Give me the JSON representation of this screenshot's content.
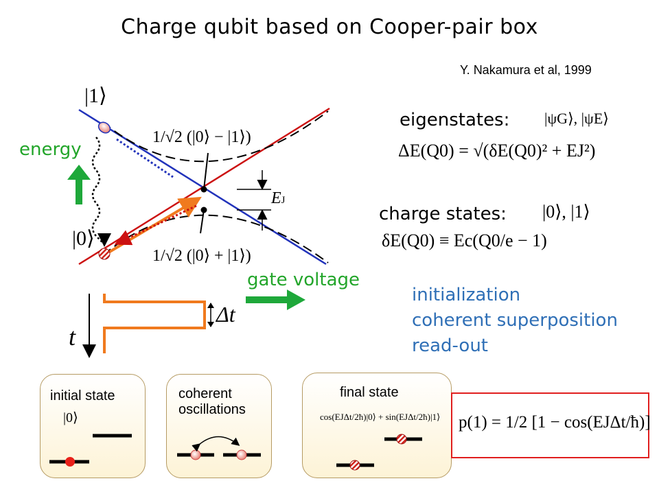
{
  "slide": {
    "title": "Charge qubit based on Cooper-pair box",
    "citation": "Y. Nakamura et al, 1999"
  },
  "diagram": {
    "state_one_label": "|1⟩",
    "state_zero_label": "|0⟩",
    "upper_state_formula": "1/√2 (|0⟩ − |1⟩)",
    "lower_state_formula": "1/√2 (|0⟩ + |1⟩)",
    "gap_label": "E",
    "gap_label_sub": "J",
    "energy_axis_label": "energy",
    "gate_axis_label": "gate voltage",
    "pulse_width_label": "Δt",
    "time_axis_label": "t",
    "colors": {
      "charge_state_1": "#2233bb",
      "charge_state_0": "#cc1111",
      "eigenstate_dashed": "#000000",
      "pulse": "#f07a1e",
      "arrow_green": "#1ea83a",
      "frame_red": "#e01e1e"
    }
  },
  "right_column": {
    "eigenstates_label": "eigenstates:",
    "eigenstates_kets": "|ψG⟩, |ψE⟩",
    "energy_splitting_formula": "ΔE(Q0) = √(δE(Q0)² + EJ²)",
    "charge_states_label": "charge states:",
    "charge_states_kets": "|0⟩, |1⟩",
    "charging_energy_formula": "δE(Q0) ≡ Ec(Q0/e − 1)",
    "steps": [
      "initialization",
      "coherent superposition",
      "read-out"
    ]
  },
  "panels": {
    "initial": {
      "title": "initial state",
      "ket": "|0⟩"
    },
    "coherent": {
      "title_line1": "coherent",
      "title_line2": "oscillations"
    },
    "final": {
      "title": "final state",
      "formula": "cos(EJΔt/2ħ)|0⟩ + sin(EJΔt/2ħ)|1⟩"
    }
  },
  "probability_formula": "p(1) = 1/2 [1 − cos(EJΔt/ħ)]"
}
